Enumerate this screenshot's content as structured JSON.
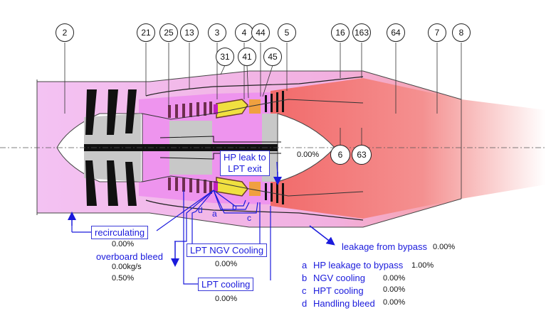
{
  "stations_top": [
    "2",
    "21",
    "25",
    "13",
    "3",
    "4",
    "44",
    "5",
    "16",
    "163",
    "64",
    "7",
    "8"
  ],
  "stations_second": [
    "31",
    "41",
    "45"
  ],
  "stations_inner": [
    "6",
    "63"
  ],
  "center_value": "0.00%",
  "hp_leak_box": [
    "HP leak to",
    "LPT exit"
  ],
  "recirculating": {
    "label": "recirculating",
    "value": "0.00%"
  },
  "overboard": {
    "label": "overboard bleed",
    "flow": "0.00kg/s",
    "pct": "0.50%"
  },
  "lpt_ngv": {
    "label": "LPT NGV Cooling",
    "value": "0.00%"
  },
  "lpt_cooling": {
    "label": "LPT cooling",
    "value": "0.00%"
  },
  "leakage": {
    "label": "leakage from bypass",
    "value": "0.00%"
  },
  "small_letters": [
    "d",
    "a",
    "b",
    "c"
  ],
  "legend": [
    {
      "key": "a",
      "label": "HP leakage to bypass",
      "value": "1.00%"
    },
    {
      "key": "b",
      "label": "NGV cooling",
      "value": "0.00%"
    },
    {
      "key": "c",
      "label": "HPT cooling",
      "value": "0.00%"
    },
    {
      "key": "d",
      "label": "Handling bleed",
      "value": "0.00%"
    }
  ],
  "colors": {
    "bypass": "#f4bdf4",
    "core": "#ee94ee",
    "hot": "#f27070",
    "compressor": "#6e2d4e",
    "combustor": "#f0e040",
    "hpt": "#f0a040",
    "arrow": "#1a1adc",
    "disk": "#c8c8c8"
  }
}
